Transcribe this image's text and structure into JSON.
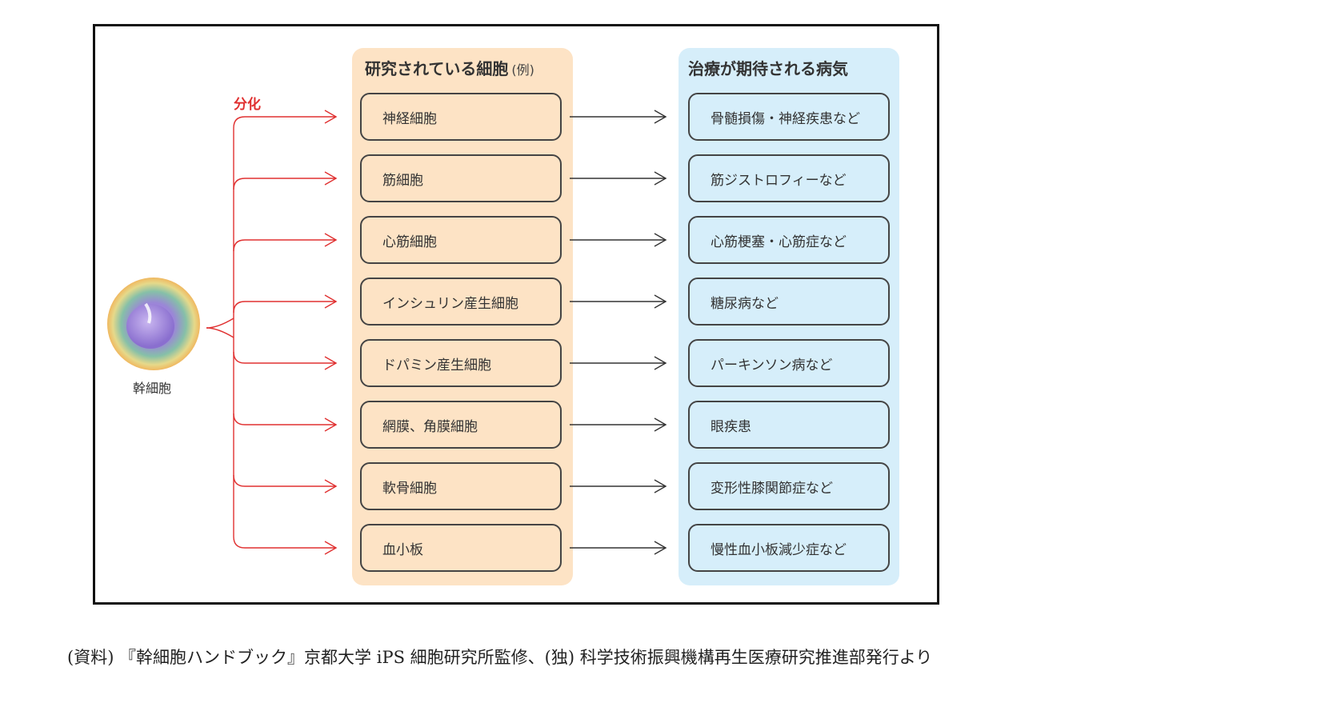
{
  "diagram": {
    "stem_cell_label": "幹細胞",
    "differentiation_label": "分化",
    "cells_header": "研究されている細胞",
    "cells_header_note": "(例)",
    "diseases_header": "治療が期待される病気",
    "rows": [
      {
        "cell": "神経細胞",
        "disease": "骨髄損傷・神経疾患など"
      },
      {
        "cell": "筋細胞",
        "disease": "筋ジストロフィーなど"
      },
      {
        "cell": "心筋細胞",
        "disease": "心筋梗塞・心筋症など"
      },
      {
        "cell": "インシュリン産生細胞",
        "disease": "糖尿病など"
      },
      {
        "cell": "ドパミン産生細胞",
        "disease": "パーキンソン病など"
      },
      {
        "cell": "網膜、角膜細胞",
        "disease": "眼疾患"
      },
      {
        "cell": "軟骨細胞",
        "disease": "変形性膝関節症など"
      },
      {
        "cell": "血小板",
        "disease": "慢性血小板減少症など"
      }
    ],
    "colors": {
      "differentiation": "#e03030",
      "cells_column": "#fde3c5",
      "diseases_column": "#d6eefa"
    }
  },
  "caption": "(資料) 『幹細胞ハンドブック』京都大学 iPS 細胞研究所監修、(独) 科学技術振興機構再生医療研究推進部発行より"
}
